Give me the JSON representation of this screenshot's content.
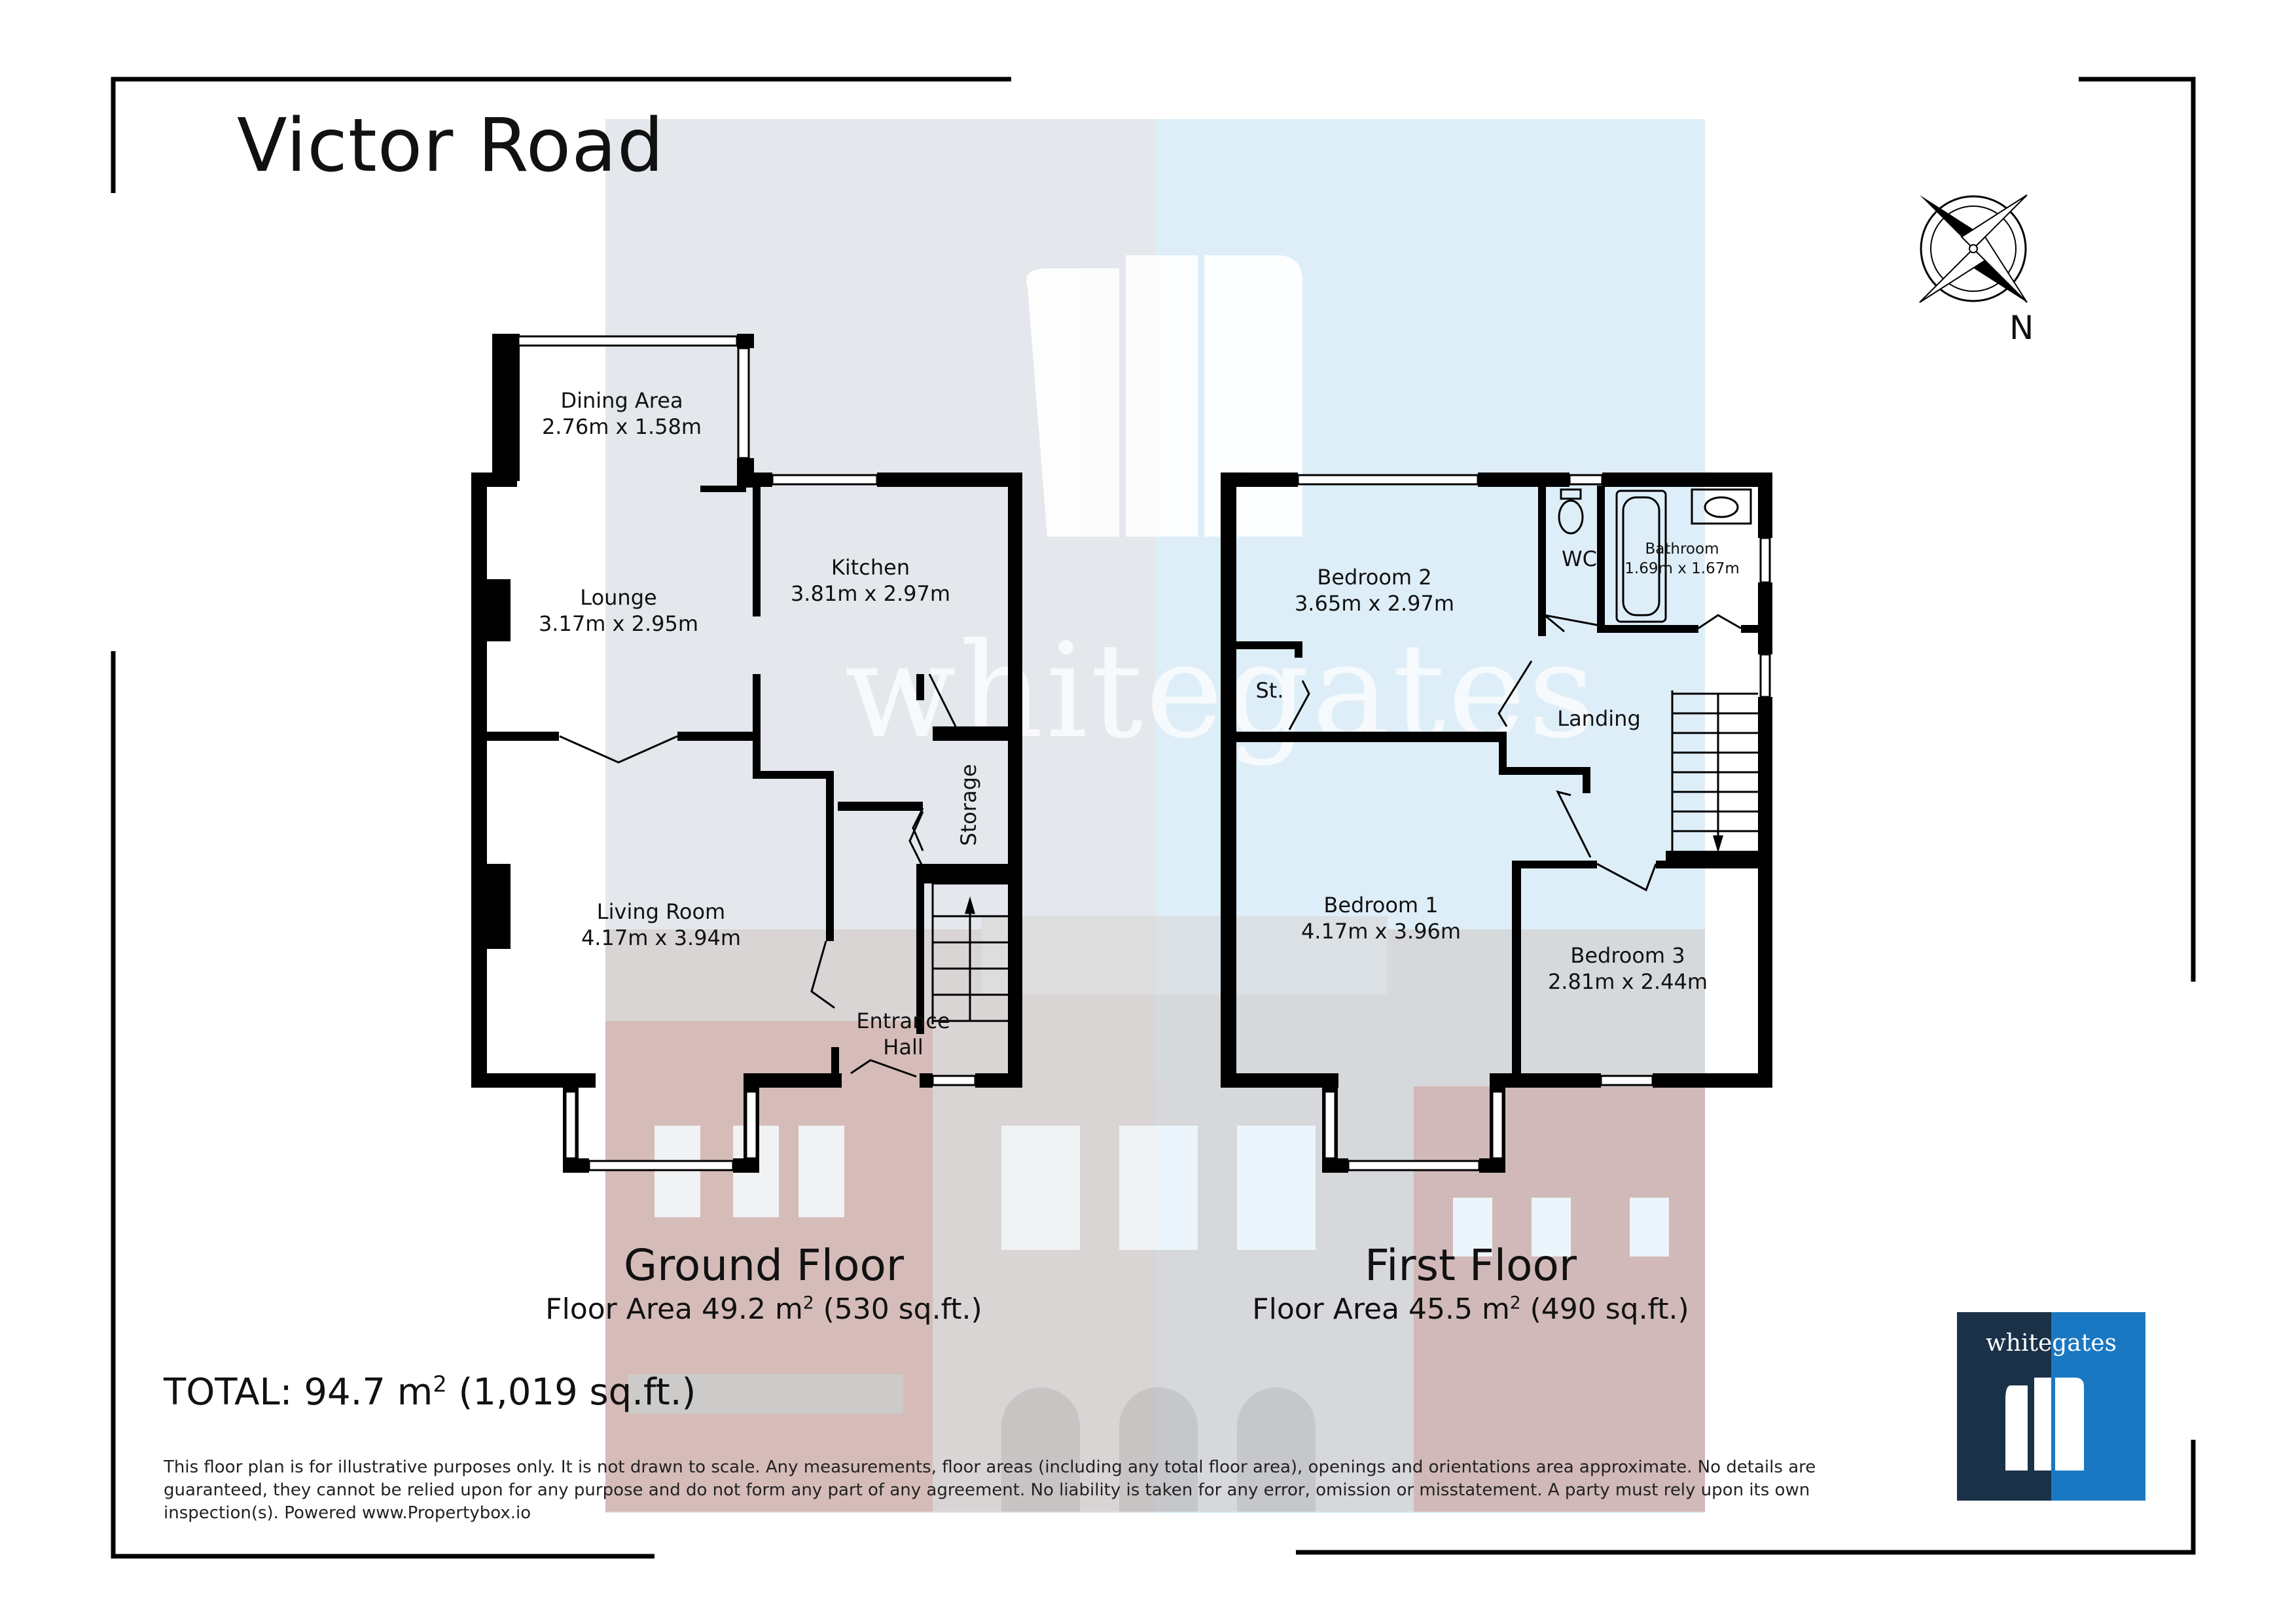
{
  "title": "Victor Road",
  "watermark_text": "whitegates",
  "logo_text": "whitegates",
  "compass": {
    "label": "N"
  },
  "ground_floor": {
    "name": "Ground Floor",
    "area_prefix": "Floor Area 49.2 m",
    "area_suffix": " (530 sq.ft.)",
    "rooms": {
      "dining_name": "Dining Area",
      "dining_size": "2.76m x 1.58m",
      "lounge_name": "Lounge",
      "lounge_size": "3.17m x 2.95m",
      "kitchen_name": "Kitchen",
      "kitchen_size": "3.81m x 2.97m",
      "storage_name": "Storage",
      "living_name": "Living Room",
      "living_size": "4.17m x 3.94m",
      "hall_line1": "Entrance",
      "hall_line2": "Hall"
    }
  },
  "first_floor": {
    "name": "First Floor",
    "area_prefix": "Floor Area 45.5 m",
    "area_suffix": " (490 sq.ft.)",
    "rooms": {
      "bed2_name": "Bedroom 2",
      "bed2_size": "3.65m x 2.97m",
      "wc_name": "WC",
      "bath_name": "Bathroom",
      "bath_size": "1.69m x 1.67m",
      "store_name": "St.",
      "landing_name": "Landing",
      "bed1_name": "Bedroom 1",
      "bed1_size": "4.17m x 3.96m",
      "bed3_name": "Bedroom 3",
      "bed3_size": "2.81m x 2.44m"
    }
  },
  "total": {
    "prefix": "TOTAL: 94.7 m",
    "suffix": " (1,019 sq.ft.)"
  },
  "superscript": "2",
  "disclaimer": "This floor plan is for illustrative purposes only. It is not drawn to scale. Any measurements, floor areas (including any total floor area), openings and orientations area approximate. No details are guaranteed, they cannot be relied upon for any purpose and do not form any part of any agreement. No liability is taken for any error, omission or misstatement. A party must rely upon its own inspection(s). Powered www.Propertybox.io",
  "colors": {
    "wall": "#000000",
    "watermark_grey": "#e4e8ec",
    "watermark_blue": "#deeef8",
    "logo_dark": "#1a3148",
    "logo_blue": "#1a78c2",
    "building_red": "#c88a7a"
  }
}
